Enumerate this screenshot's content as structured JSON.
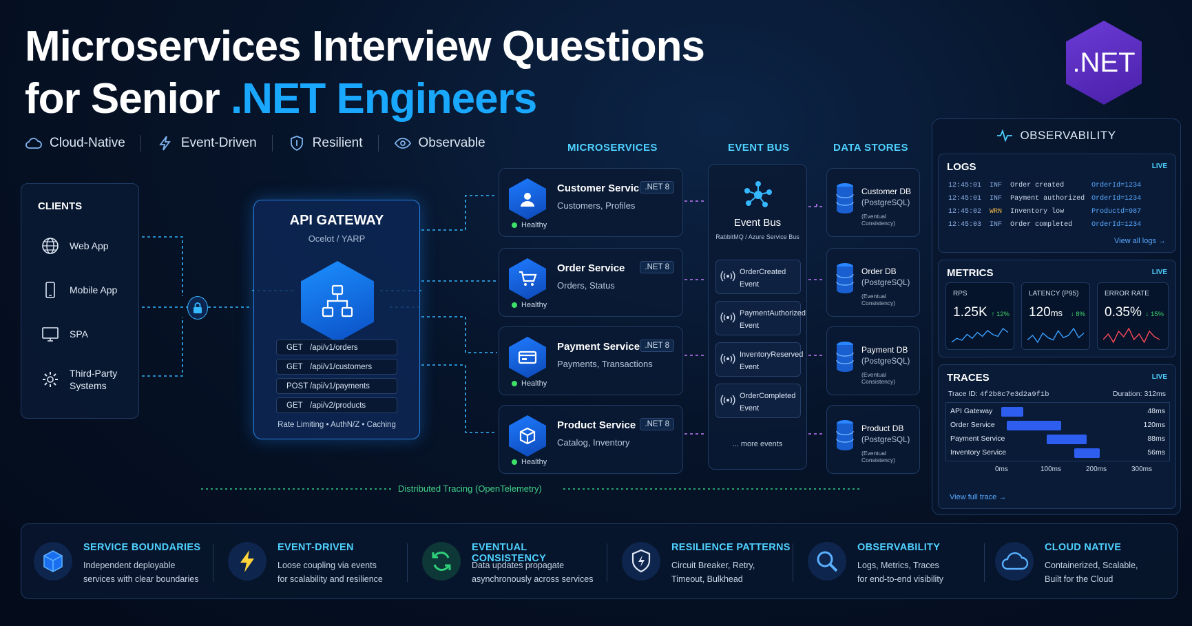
{
  "title": {
    "line1": "Microservices Interview Questions",
    "line2_pre": "for Senior ",
    "line2_accent": ".NET Engineers"
  },
  "logo": ".NET",
  "tags": [
    "Cloud-Native",
    "Event-Driven",
    "Resilient",
    "Observable"
  ],
  "headers": {
    "microservices": "MICROSERVICES",
    "event_bus": "EVENT BUS",
    "data_stores": "DATA STORES"
  },
  "clients": {
    "title": "CLIENTS",
    "items": [
      "Web App",
      "Mobile App",
      "SPA",
      "Third-Party",
      "Systems"
    ]
  },
  "gateway": {
    "title": "API GATEWAY",
    "subtitle": "Ocelot / YARP",
    "routes": [
      {
        "method": "GET",
        "path": "/api/v1/orders"
      },
      {
        "method": "GET",
        "path": "/api/v1/customers"
      },
      {
        "method": "POST",
        "path": "/api/v1/payments"
      },
      {
        "method": "GET",
        "path": "/api/v2/products"
      }
    ],
    "footer": "Rate Limiting  •  AuthN/Z  •  Caching"
  },
  "services": [
    {
      "name": "Customer Service",
      "desc": "Customers, Profiles",
      "badge": ".NET 8",
      "health": "Healthy"
    },
    {
      "name": "Order Service",
      "desc": "Orders, Status",
      "badge": ".NET 8",
      "health": "Healthy"
    },
    {
      "name": "Payment Service",
      "desc": "Payments, Transactions",
      "badge": ".NET 8",
      "health": "Healthy"
    },
    {
      "name": "Product Service",
      "desc": "Catalog, Inventory",
      "badge": ".NET 8",
      "health": "Healthy"
    }
  ],
  "event_bus": {
    "title": "Event Bus",
    "subtitle": "RabbitMQ / Azure Service Bus",
    "events": [
      {
        "l1": "OrderCreated",
        "l2": "Event"
      },
      {
        "l1": "PaymentAuthorized",
        "l2": "Event"
      },
      {
        "l1": "InventoryReserved",
        "l2": "Event"
      },
      {
        "l1": "OrderCompleted",
        "l2": "Event"
      }
    ],
    "more": "... more events"
  },
  "data_stores": [
    {
      "name": "Customer DB",
      "type": "(PostgreSQL)",
      "note": "(Eventual Consistency)"
    },
    {
      "name": "Order DB",
      "type": "(PostgreSQL)",
      "note": "(Eventual Consistency)"
    },
    {
      "name": "Payment DB",
      "type": "(PostgreSQL)",
      "note": "(Eventual Consistency)"
    },
    {
      "name": "Product DB",
      "type": "(PostgreSQL)",
      "note": "(Eventual Consistency)"
    }
  ],
  "observability": {
    "title": "OBSERVABILITY",
    "logs": {
      "title": "LOGS",
      "live": "LIVE",
      "rows": [
        {
          "time": "12:45:01",
          "level": "INF",
          "msg": "Order created",
          "id": "OrderId=1234"
        },
        {
          "time": "12:45:01",
          "level": "INF",
          "msg": "Payment authorized",
          "id": "OrderId=1234"
        },
        {
          "time": "12:45:02",
          "level": "WRN",
          "msg": "Inventory low",
          "id": "Productd=987"
        },
        {
          "time": "12:45:03",
          "level": "INF",
          "msg": "Order completed",
          "id": "OrderId=1234"
        }
      ],
      "link": "View all logs →"
    },
    "metrics": {
      "title": "METRICS",
      "live": "LIVE",
      "items": [
        {
          "label": "RPS",
          "value": "1.25K",
          "unit": "",
          "delta": "↑ 12%",
          "delta_color": "#42d66b",
          "spark_color": "#3aa0ff",
          "spark": [
            4,
            6,
            5,
            8,
            6,
            9,
            7,
            10,
            8,
            7,
            11,
            9
          ]
        },
        {
          "label": "LATENCY (P95)",
          "value": "120",
          "unit": "ms",
          "delta": "↓ 8%",
          "delta_color": "#42d66b",
          "spark_color": "#3aa0ff",
          "spark": [
            5,
            7,
            4,
            8,
            6,
            5,
            9,
            6,
            7,
            10,
            6,
            8
          ]
        },
        {
          "label": "ERROR RATE",
          "value": "0.35%",
          "unit": "",
          "delta": "↓ 15%",
          "delta_color": "#42d66b",
          "spark_color": "#ff4a5a",
          "spark": [
            6,
            8,
            5,
            9,
            7,
            10,
            6,
            8,
            5,
            9,
            7,
            6
          ]
        }
      ]
    },
    "traces": {
      "title": "TRACES",
      "live": "LIVE",
      "trace_id_label": "Trace ID:",
      "trace_id": "4f2b8c7e3d2a9f1b",
      "duration_label": "Duration:",
      "duration": "312ms",
      "spans": [
        {
          "name": "API Gateway",
          "start": 0,
          "dur": 48,
          "label": "48ms"
        },
        {
          "name": "Order Service",
          "start": 12,
          "dur": 120,
          "label": "120ms"
        },
        {
          "name": "Payment Service",
          "start": 100,
          "dur": 88,
          "label": "88ms"
        },
        {
          "name": "Inventory Service",
          "start": 160,
          "dur": 56,
          "label": "56ms"
        }
      ],
      "axis": [
        "0ms",
        "100ms",
        "200ms",
        "300ms"
      ],
      "link": "View full trace →"
    }
  },
  "tracing_caption": "Distributed Tracing (OpenTelemetry)",
  "features": [
    {
      "title": "SERVICE BOUNDARIES",
      "desc1": "Independent deployable",
      "desc2": "services with clear boundaries"
    },
    {
      "title": "EVENT-DRIVEN",
      "desc1": "Loose coupling via events",
      "desc2": "for scalability and resilience"
    },
    {
      "title": "EVENTUAL CONSISTENCY",
      "desc1": "Data updates propagate",
      "desc2": "asynchronously across services"
    },
    {
      "title": "RESILIENCE PATTERNS",
      "desc1": "Circuit Breaker, Retry,",
      "desc2": "Timeout, Bulkhead"
    },
    {
      "title": "OBSERVABILITY",
      "desc1": "Logs, Metrics, Traces",
      "desc2": "for end-to-end visibility"
    },
    {
      "title": "CLOUD NATIVE",
      "desc1": "Containerized, Scalable,",
      "desc2": "Built for the Cloud"
    }
  ]
}
